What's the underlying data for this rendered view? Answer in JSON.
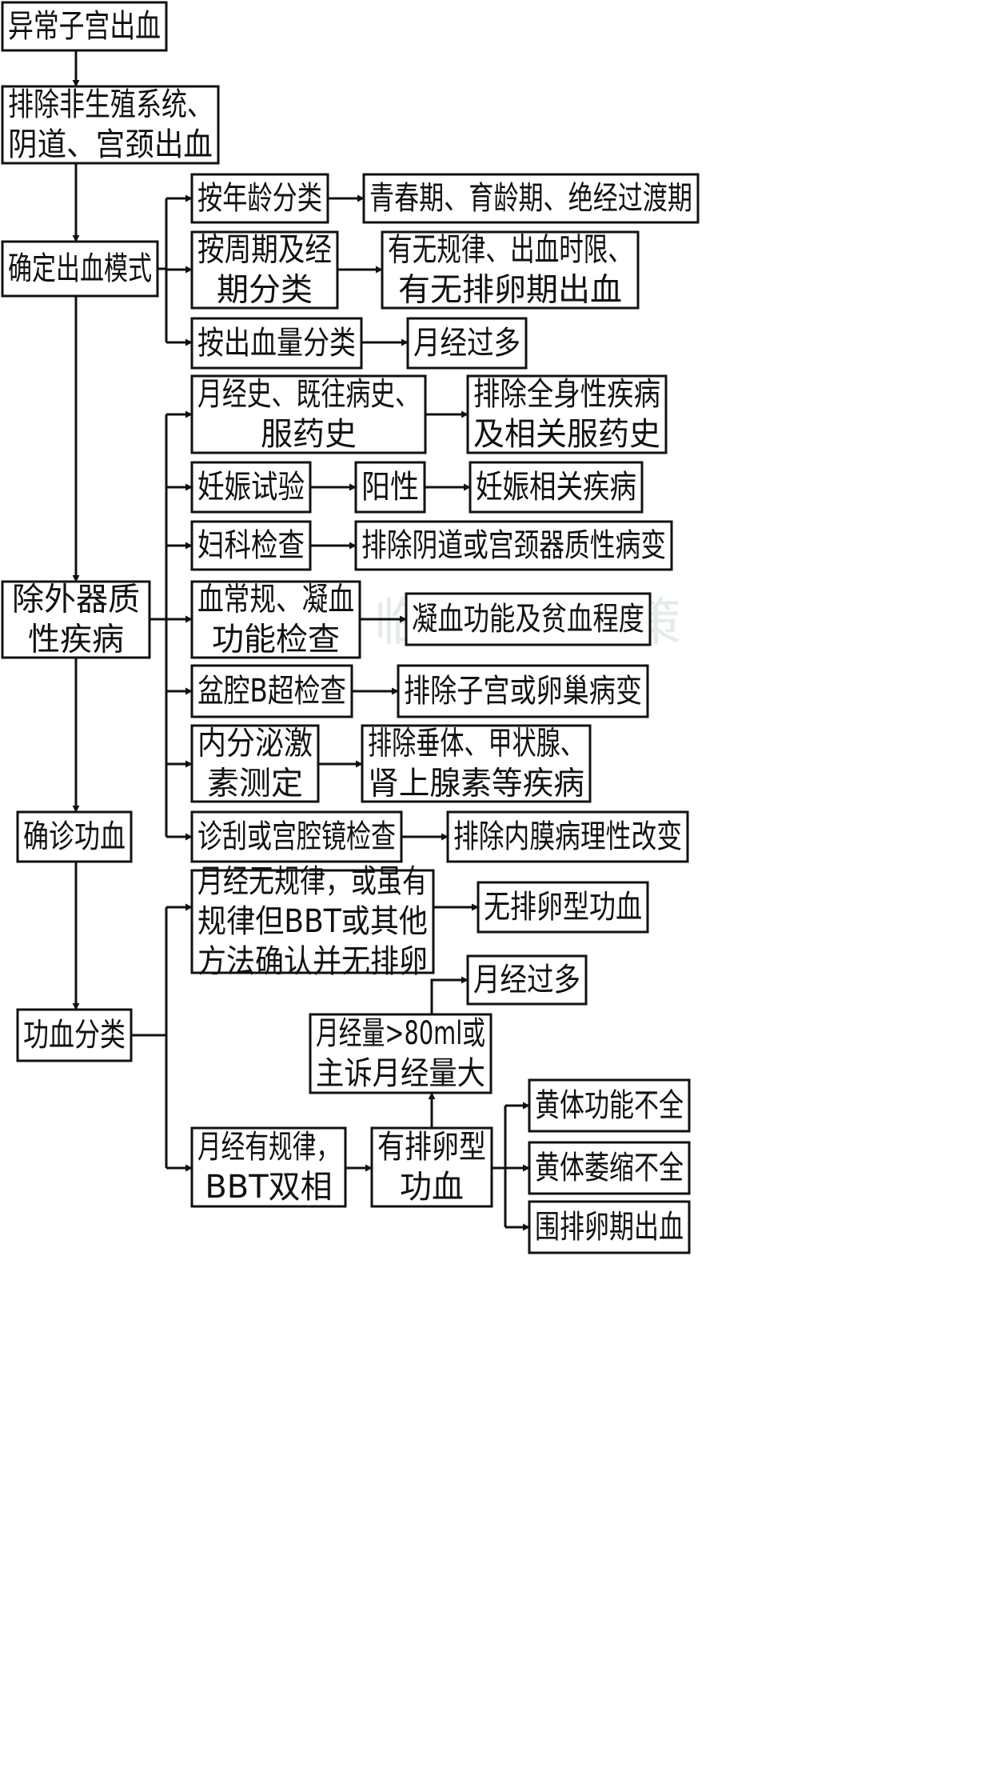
{
  "nodes": {
    "abnormal_bleeding": [
      "异常子宫出血"
    ],
    "exclude_nonrepro": [
      "排除非生殖系统、",
      "阴道、宫颈出血"
    ],
    "bleeding_pattern": [
      "确定出血模式"
    ],
    "by_age": [
      "按年龄分类"
    ],
    "age_groups": [
      "青春期、育龄期、绝经过渡期"
    ],
    "by_cycle": [
      "按周期及经",
      "期分类"
    ],
    "cycle_desc": [
      "有无规律、出血时限、",
      "有无排卵期出血"
    ],
    "by_volume": [
      "按出血量分类"
    ],
    "menorrhagia_1": [
      "月经过多"
    ],
    "history": [
      "月经史、既往病史、",
      "服药史"
    ],
    "exclude_systemic": [
      "排除全身性疾病",
      "及相关服药史"
    ],
    "pregnancy_test": [
      "妊娠试验"
    ],
    "positive": [
      "阳性"
    ],
    "pregnancy_disease": [
      "妊娠相关疾病"
    ],
    "gyn_exam": [
      "妇科检查"
    ],
    "exclude_vaginal_cervical": [
      "排除阴道或宫颈器质性病变"
    ],
    "exclude_organic": [
      "除外器质",
      "性疾病"
    ],
    "blood_tests": [
      "血常规、凝血",
      "功能检查"
    ],
    "coagulation_anemia": [
      "凝血功能及贫血程度"
    ],
    "pelvic_ultrasound": [
      "盆腔B超检查"
    ],
    "exclude_uterus_ovary": [
      "排除子宫或卵巢病变"
    ],
    "endocrine_test": [
      "内分泌激",
      "素测定"
    ],
    "exclude_endocrine": [
      "排除垂体、甲状腺、",
      "肾上腺素等疾病"
    ],
    "curettage": [
      "诊刮或宫腔镜检查"
    ],
    "exclude_endometrial": [
      "排除内膜病理性改变"
    ],
    "confirm_dub": [
      "确诊功血"
    ],
    "irregular": [
      "月经无规律，或虽有",
      "规律但BBT或其他",
      "方法确认并无排卵"
    ],
    "anovulatory": [
      "无排卵型功血"
    ],
    "menorrhagia_2": [
      "月经过多"
    ],
    "volume_80ml": [
      "月经量>80ml或",
      "主诉月经量大"
    ],
    "dub_classification": [
      "功血分类"
    ],
    "regular_biphasic": [
      "月经有规律，",
      "BBT双相"
    ],
    "ovulatory": [
      "有排卵型",
      "功血"
    ],
    "luteal_insufficiency": [
      "黄体功能不全"
    ],
    "luteal_atrophy": [
      "黄体萎缩不全"
    ],
    "periovulatory": [
      "围排卵期出血"
    ]
  },
  "watermark": "临床诊疗决策"
}
